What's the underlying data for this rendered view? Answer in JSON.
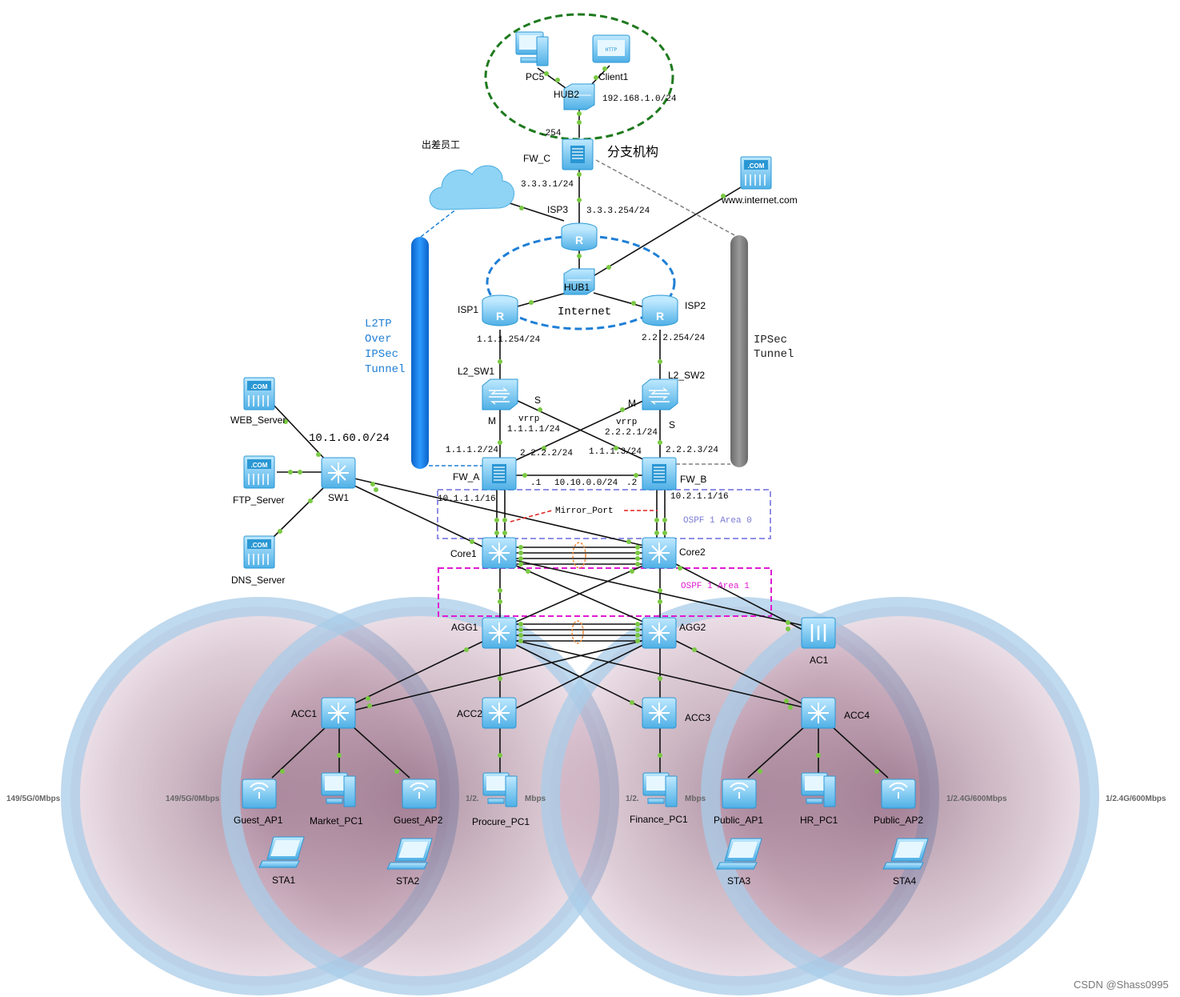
{
  "diagram": {
    "nodes": {
      "pc5": "PC5",
      "client1": "Client1",
      "hub2": "HUB2",
      "fw_c": "FW_C",
      "isp3": "ISP3",
      "hub1": "HUB1",
      "isp1": "ISP1",
      "isp2": "ISP2",
      "l2_sw1": "L2_SW1",
      "l2_sw2": "L2_SW2",
      "fw_a": "FW_A",
      "fw_b": "FW_B",
      "core1": "Core1",
      "core2": "Core2",
      "agg1": "AGG1",
      "agg2": "AGG2",
      "ac1": "AC1",
      "acc1": "ACC1",
      "acc2": "ACC2",
      "acc3": "ACC3",
      "acc4": "ACC4",
      "sw1": "SW1",
      "web_server": "WEB_Server",
      "ftp_server": "FTP_Server",
      "dns_server": "DNS_Server",
      "guest_ap1": "Guest_AP1",
      "market_pc1": "Market_PC1",
      "guest_ap2": "Guest_AP2",
      "procure_pc1": "Procure_PC1",
      "finance_pc1": "Finance_PC1",
      "public_ap1": "Public_AP1",
      "hr_pc1": "HR_PC1",
      "public_ap2": "Public_AP2",
      "sta1": "STA1",
      "sta2": "STA2",
      "sta3": "STA3",
      "sta4": "STA4",
      "website": "www.internet.com",
      "com_tag": ".COM",
      "router_tag": "R"
    },
    "labels": {
      "branch_subnet": "192.168.1.0/24",
      "branch_gw": ".254",
      "branch_org": "分支机构",
      "travel_staff": "出差员工",
      "fw_c_wan": "3.3.3.1/24",
      "isp3_ip": "3.3.3.254/24",
      "internet": "Internet",
      "isp1_ip": "1.1.1.254/24",
      "isp2_ip": "2.2.2.254/24",
      "l2tp_tunnel": [
        "L2TP",
        "Over",
        "IPSec",
        "Tunnel"
      ],
      "ipsec_tunnel": [
        "IPSec",
        "Tunnel"
      ],
      "master": "M",
      "slave": "S",
      "vrrp": "vrrp",
      "vrrp1_ip": "1.1.1.1/24",
      "vrrp2_ip": "2.2.2.1/24",
      "fw_a_isp1": "1.1.1.2/24",
      "fw_a_isp2": "2.2.2.2/24",
      "fw_b_isp1": "1.1.1.3/24",
      "fw_b_isp2": "2.2.2.3/24",
      "fw_a_host": ".1",
      "fw_b_host": ".2",
      "fw_heartbeat": "10.10.0.0/24",
      "fw_a_lan": "10.1.1.1/16",
      "fw_b_lan": "10.2.1.1/16",
      "server_subnet": "10.1.60.0/24",
      "mirror_port": "Mirror_Port",
      "ospf_area0": "OSPF 1 Area 0",
      "ospf_area1": "OSPF 1 Area 1",
      "band1": "149/5G/0Mbps",
      "band2": "149/5G/0Mbps",
      "band3": "1/2.4G/600Mbps",
      "band4": "1/2.4G/600Mbps",
      "band_mid1": "1/2.",
      "band_mid1b": "Mbps",
      "band_mid2": "1/2.",
      "band_mid2b": "Mbps"
    },
    "colors": {
      "device": "#6ec6f0",
      "device_dark": "#2a97d4",
      "link_dot": "#7ac943",
      "branch_ring": "#1e7a1e",
      "internet_ring": "#1f7fd6",
      "l2tp_tube": "#1388ee",
      "ipsec_tube": "#808080",
      "area0_box": "#8f8fe6",
      "area1_box": "#e01ad1",
      "mirror": "#e02020",
      "eth_trunk": "#f08a3a",
      "wlan_outer": "#a9cce8",
      "wlan_inner": "#b98fa8"
    },
    "watermark": "CSDN @Shass0995"
  }
}
